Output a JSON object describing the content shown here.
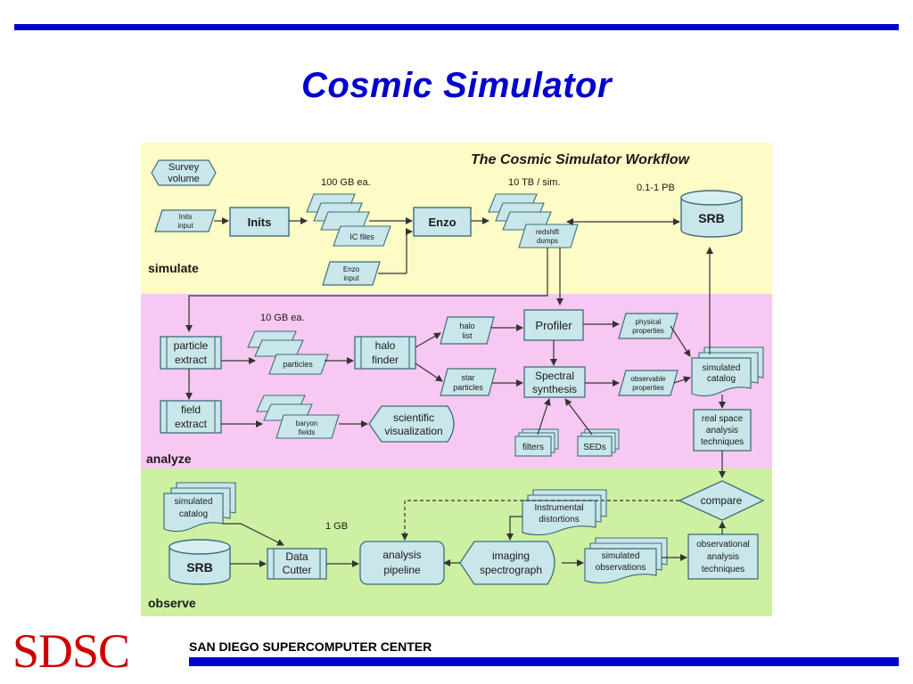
{
  "slide": {
    "title": "Cosmic Simulator",
    "footer_org": "SAN DIEGO SUPERCOMPUTER CENTER",
    "logo_text": "SDSC"
  },
  "workflow": {
    "title": "The Cosmic Simulator Workflow",
    "bands": {
      "simulate": "simulate",
      "analyze": "analyze",
      "observe": "observe"
    },
    "annotations": {
      "ic_size": "100 GB ea.",
      "sim_size": "10 TB / sim.",
      "srb_size": "0.1-1 PB",
      "particle_size": "10 GB ea.",
      "cutter_size": "1 GB"
    },
    "nodes": {
      "survey_volume": [
        "Survey",
        "volume"
      ],
      "inits_input": [
        "Inits",
        "input"
      ],
      "inits": "Inits",
      "ic_files": "IC files",
      "enzo": "Enzo",
      "enzo_input": [
        "Enzo",
        "input"
      ],
      "redshift_dumps": [
        "redshift",
        "dumps"
      ],
      "srb_top": "SRB",
      "particle_extract": [
        "particle",
        "extract"
      ],
      "particles": "particles",
      "halo_finder": [
        "halo",
        "finder"
      ],
      "halo_list": [
        "halo",
        "list"
      ],
      "star_particles": [
        "star",
        "particles"
      ],
      "profiler": "Profiler",
      "spectral_synthesis": [
        "Spectral",
        "synthesis"
      ],
      "physical_properties": [
        "physical",
        "properties"
      ],
      "observable_properties": [
        "observable",
        "properties"
      ],
      "simulated_catalog_analyze": [
        "simulated",
        "catalog"
      ],
      "field_extract": [
        "field",
        "extract"
      ],
      "baryon_fields": [
        "baryon",
        "fields"
      ],
      "scientific_visualization": [
        "scientific",
        "visualization"
      ],
      "filters": "filters",
      "seds": "SEDs",
      "real_space": [
        "real space",
        "analysis",
        "techniques"
      ],
      "simulated_catalog_observe": [
        "simulated",
        "catalog"
      ],
      "srb_bottom": "SRB",
      "data_cutter": [
        "Data",
        "Cutter"
      ],
      "analysis_pipeline": [
        "analysis",
        "pipeline"
      ],
      "instrumental_distortions": [
        "Instrumental",
        "distortions"
      ],
      "imaging_spectrograph": [
        "imaging",
        "spectrograph"
      ],
      "simulated_observations": [
        "simulated",
        "observations"
      ],
      "observational_techniques": [
        "observational",
        "analysis",
        "techniques"
      ],
      "compare": "compare"
    },
    "colors": {
      "simulate_band": "#fdfbc6",
      "analyze_band": "#f7c8f2",
      "observe_band": "#cdf0a2",
      "node_fill": "#c9e6ea",
      "node_stroke": "#3d6e7a",
      "arrow": "#333333"
    }
  }
}
